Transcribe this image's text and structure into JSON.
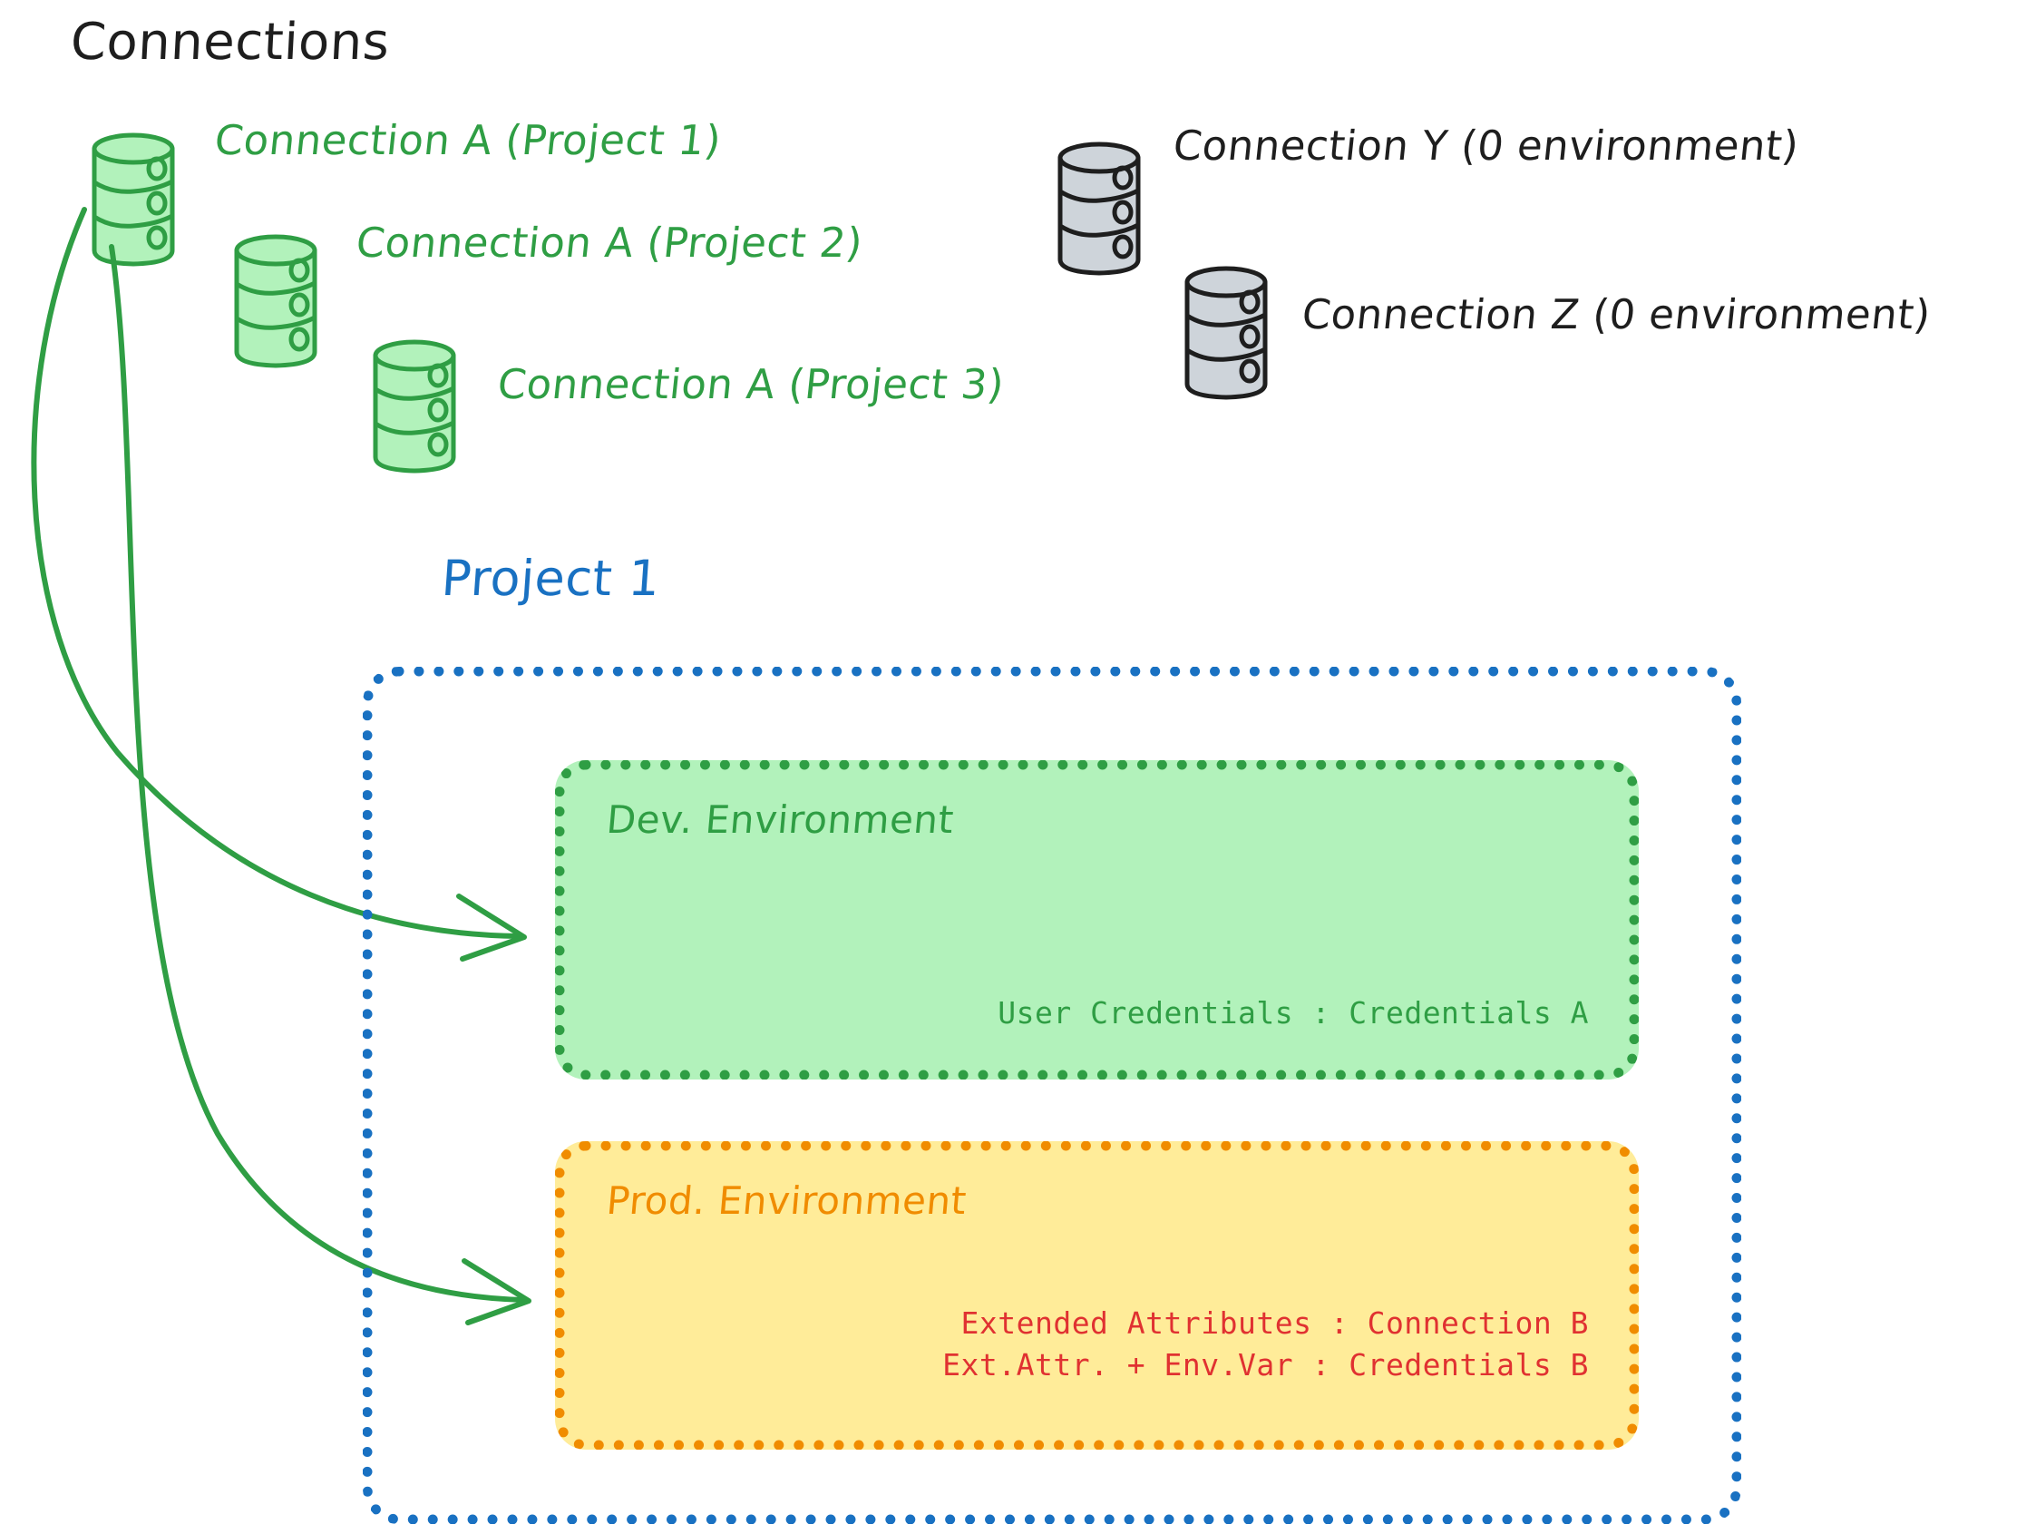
{
  "diagram": {
    "heading": "Connections",
    "project_label": "Project 1",
    "connections_green": [
      {
        "label": "Connection A (Project 1)",
        "icon": "database-icon",
        "color": "#2f9e44"
      },
      {
        "label": "Connection A (Project 2)",
        "icon": "database-icon",
        "color": "#2f9e44"
      },
      {
        "label": "Connection A (Project 3)",
        "icon": "database-icon",
        "color": "#2f9e44"
      }
    ],
    "connections_gray": [
      {
        "label": "Connection Y (0 environment)",
        "icon": "database-icon",
        "color": "#1e1e1e"
      },
      {
        "label": "Connection Z (0 environment)",
        "icon": "database-icon",
        "color": "#1e1e1e"
      }
    ],
    "environments": [
      {
        "name": "Dev. Environment",
        "accent": "#2f9e44",
        "fill": "#b2f2bb",
        "rows": [
          "User Credentials : Credentials A"
        ]
      },
      {
        "name": "Prod. Environment",
        "accent": "#f08c00",
        "fill": "#ffec99",
        "rows": [
          "Extended Attributes : Connection B",
          "Ext.Attr. + Env.Var : Credentials B"
        ]
      }
    ],
    "arrows": [
      {
        "name": "arrow-connection-a-to-dev",
        "color": "#2f9e44"
      },
      {
        "name": "arrow-connection-a-to-prod",
        "color": "#2f9e44"
      }
    ],
    "colors": {
      "green_stroke": "#2f9e44",
      "green_fill": "#b2f2bb",
      "gray_stroke": "#1e1e1e",
      "gray_fill": "#ced4da",
      "blue": "#1971c2",
      "orange": "#f08c00",
      "yellow_fill": "#ffec99",
      "red": "#e03131",
      "black": "#1e1e1e",
      "background": "#ffffff"
    }
  }
}
